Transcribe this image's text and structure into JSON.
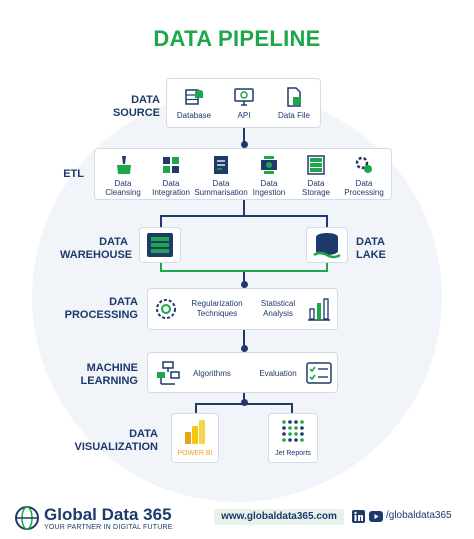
{
  "title": "DATA PIPELINE",
  "stages": {
    "data_source": {
      "line1": "DATA",
      "line2": "SOURCE",
      "items": [
        "Database",
        "API",
        "Data File"
      ]
    },
    "etl": {
      "line1": "ETL",
      "items": [
        [
          "Data",
          "Cleansing"
        ],
        [
          "Data",
          "Integration"
        ],
        [
          "Data",
          "Summarisation"
        ],
        [
          "Data",
          "Ingestion"
        ],
        [
          "Data",
          "Storage"
        ],
        [
          "Data",
          "Processing"
        ]
      ]
    },
    "data_warehouse": {
      "line1": "DATA",
      "line2": "WAREHOUSE"
    },
    "data_lake": {
      "line1": "DATA",
      "line2": "LAKE"
    },
    "data_processing": {
      "line1": "DATA",
      "line2": "PROCESSING",
      "items": [
        [
          "Regularization",
          "Techniques"
        ],
        [
          "Statistical",
          "Analysis"
        ]
      ]
    },
    "machine_learning": {
      "line1": "MACHINE",
      "line2": "LEARNING",
      "items": [
        "Algorithms",
        "Evaluation"
      ]
    },
    "data_visualization": {
      "line1": "DATA",
      "line2": "VISUALIZATION",
      "items": [
        "POWER BI",
        "Jet Reports"
      ]
    }
  },
  "footer": {
    "brand": "Global Data 365",
    "tagline": "YOUR PARTNER IN DIGITAL FUTURE",
    "website": "www.globaldata365.com",
    "social_handle": "/globaldata365"
  },
  "colors": {
    "navy": "#1d3a6b",
    "green": "#1ea64a",
    "light_bg": "#f1f4f9",
    "powerbi_yellow": "#f2c811"
  },
  "icons": [
    "database-icon",
    "api-icon",
    "data-file-icon",
    "cleansing-icon",
    "integration-icon",
    "summarisation-icon",
    "ingestion-icon",
    "storage-icon",
    "processing-icon",
    "warehouse-icon",
    "lake-icon",
    "regularization-icon",
    "statistical-icon",
    "algorithms-icon",
    "evaluation-icon",
    "powerbi-icon",
    "jet-reports-icon",
    "globe-logo-icon",
    "linkedin-icon",
    "youtube-icon"
  ]
}
